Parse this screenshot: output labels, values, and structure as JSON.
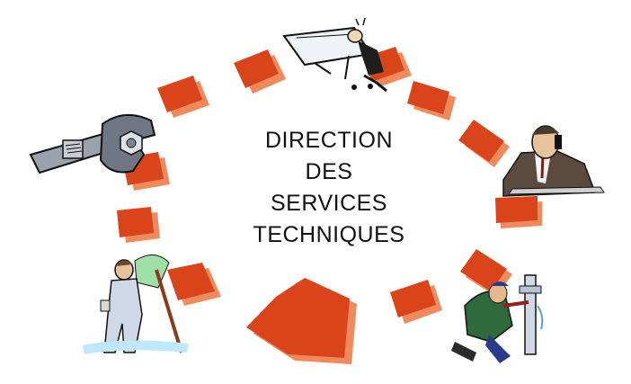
{
  "title_lines": [
    "DIRECTION",
    "DES",
    "SERVICES",
    "TECHNIQUES"
  ],
  "colors": {
    "segment": "#d9441a",
    "segment_shadow": "#f08a5d",
    "arrow": "#d9441a",
    "arrow_shadow": "#f08a5d",
    "background": "#ffffff",
    "text": "#111111"
  },
  "clipart": [
    "architect-drafting-icon",
    "businessman-phone-icon",
    "plumber-pipe-icon",
    "painter-roller-icon",
    "wrench-bolt-icon"
  ]
}
